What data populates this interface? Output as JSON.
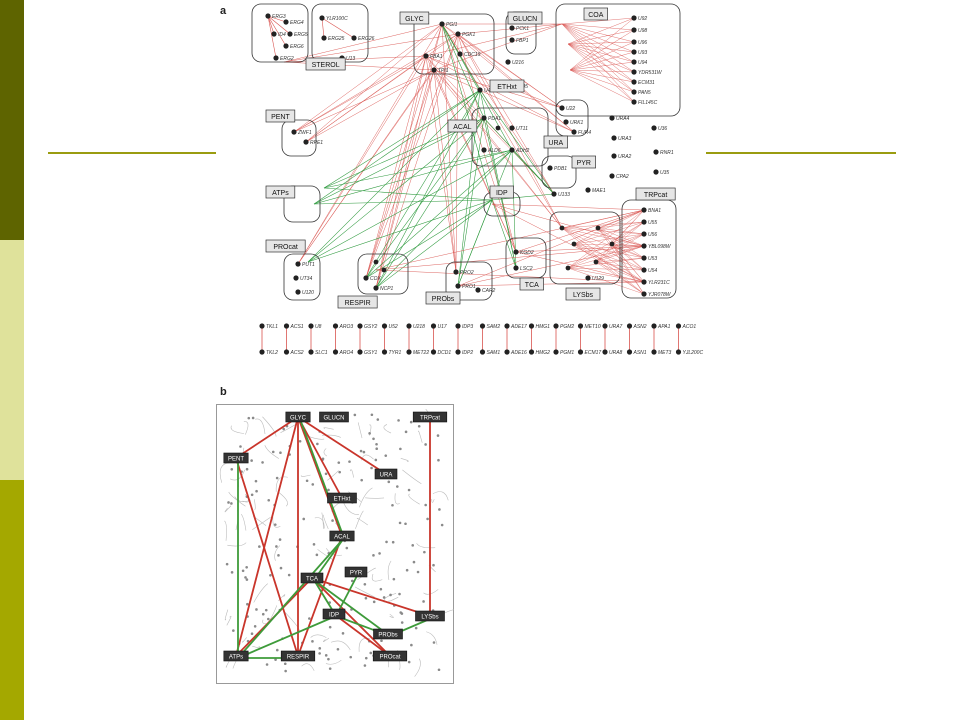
{
  "colors": {
    "strip_top": "#5e6400",
    "strip_mid": "#dfe29b",
    "strip_bot": "#a4a800",
    "rule": "#9a9c10",
    "red_edge": "#d9534f",
    "green_edge": "#2e9a3e",
    "box_fill": "#e6e6e6",
    "dark_box": "#333333"
  },
  "panel_a": {
    "letter": "a",
    "modules": [
      {
        "id": "GLYC",
        "label": "GLYC"
      },
      {
        "id": "GLUCN",
        "label": "GLUCN"
      },
      {
        "id": "COA",
        "label": "COA"
      },
      {
        "id": "STEROL",
        "label": "STEROL"
      },
      {
        "id": "PENT",
        "label": "PENT"
      },
      {
        "id": "ETHxt",
        "label": "ETHxt"
      },
      {
        "id": "ACAL",
        "label": "ACAL"
      },
      {
        "id": "URA",
        "label": "URA"
      },
      {
        "id": "PYR",
        "label": "PYR"
      },
      {
        "id": "ATPs",
        "label": "ATPs"
      },
      {
        "id": "IDP",
        "label": "IDP"
      },
      {
        "id": "TRPcat",
        "label": "TRPcat"
      },
      {
        "id": "PROcat",
        "label": "PROcat"
      },
      {
        "id": "TCA",
        "label": "TCA"
      },
      {
        "id": "LYSbs",
        "label": "LYSbs"
      },
      {
        "id": "RESPIR",
        "label": "RESPIR"
      },
      {
        "id": "PRObs",
        "label": "PRObs"
      }
    ],
    "genes": {
      "ergo": [
        "ERG3",
        "ERG4",
        "ERG5",
        "ERG6",
        "ERG2",
        "ID4"
      ],
      "ylr": [
        "YLR100C",
        "ERG25",
        "ERG26",
        "U13"
      ],
      "glyc": [
        "PGI1",
        "PGK1",
        "CDC19",
        "TPI1",
        "FBA1"
      ],
      "glucn": [
        "PCK1",
        "FBP1"
      ],
      "coa": [
        "U92",
        "U98",
        "U96",
        "U93",
        "U94",
        "YDR531W",
        "ECM31",
        "PAN5",
        "FIL145C"
      ],
      "pent": [
        "ZWF1",
        "RPE1"
      ],
      "ethxt": [
        "U216",
        "U205",
        "U46"
      ],
      "acal": [
        "PDA1",
        "UT11",
        "ALD6",
        "ADH2"
      ],
      "ura": [
        "U22",
        "URK1",
        "FUR4",
        "URA4",
        "URA3",
        "URA2",
        "CPA2"
      ],
      "rnr": [
        "U36",
        "RNR1",
        "U35"
      ],
      "pyr": [
        "PDB1",
        "U133",
        "MAE1"
      ],
      "trpcat": [
        "BNA1",
        "U55",
        "U56",
        "YBL098W",
        "U53",
        "U54",
        "YLR231C",
        "YJR078W"
      ],
      "procat": [
        "PUT1",
        "UT34",
        "U120"
      ],
      "tca": [
        "KGD2",
        "LSC2",
        "U129"
      ],
      "respir": [
        "COX",
        "NCP1"
      ],
      "probs": [
        "PRO2",
        "PRO1",
        "CAR2"
      ]
    },
    "pairs": [
      {
        "top": "TKL1",
        "bottom": "TKL2"
      },
      {
        "top": "ACS1",
        "bottom": "ACS2"
      },
      {
        "top": "U8",
        "bottom": "SLC1"
      },
      {
        "top": "ARO3",
        "bottom": "ARO4"
      },
      {
        "top": "GSY2",
        "bottom": "GSY1"
      },
      {
        "top": "U52",
        "bottom": "TYR1"
      },
      {
        "top": "U218",
        "bottom": "MET22"
      },
      {
        "top": "U17",
        "bottom": "DCD1"
      },
      {
        "top": "IDP3",
        "bottom": "IDP2"
      },
      {
        "top": "SAM2",
        "bottom": "SAM1"
      },
      {
        "top": "ADE17",
        "bottom": "ADE16"
      },
      {
        "top": "HMG1",
        "bottom": "HMG2"
      },
      {
        "top": "PGM2",
        "bottom": "PGM1"
      },
      {
        "top": "MET10",
        "bottom": "ECM17"
      },
      {
        "top": "URA7",
        "bottom": "URA8"
      },
      {
        "top": "ASN2",
        "bottom": "ASN1"
      },
      {
        "top": "APA1",
        "bottom": "MET3"
      },
      {
        "top": "ACO1",
        "bottom": "YJL200C"
      }
    ]
  },
  "panel_b": {
    "letter": "b",
    "boxes": [
      {
        "id": "GLYC",
        "label": "GLYC"
      },
      {
        "id": "GLUCN",
        "label": "GLUCN"
      },
      {
        "id": "TRPcat",
        "label": "TRPcat"
      },
      {
        "id": "PENT",
        "label": "PENT"
      },
      {
        "id": "ETHxt",
        "label": "ETHxt"
      },
      {
        "id": "URA",
        "label": "URA"
      },
      {
        "id": "ACAL",
        "label": "ACAL"
      },
      {
        "id": "PYR",
        "label": "PYR"
      },
      {
        "id": "TCA",
        "label": "TCA"
      },
      {
        "id": "IDP",
        "label": "IDP"
      },
      {
        "id": "LYSbs",
        "label": "LYSbs"
      },
      {
        "id": "PRObs",
        "label": "PRObs"
      },
      {
        "id": "ATPs",
        "label": "ATPs"
      },
      {
        "id": "RESPIR",
        "label": "RESPIR"
      },
      {
        "id": "PROcat",
        "label": "PROcat"
      }
    ]
  }
}
